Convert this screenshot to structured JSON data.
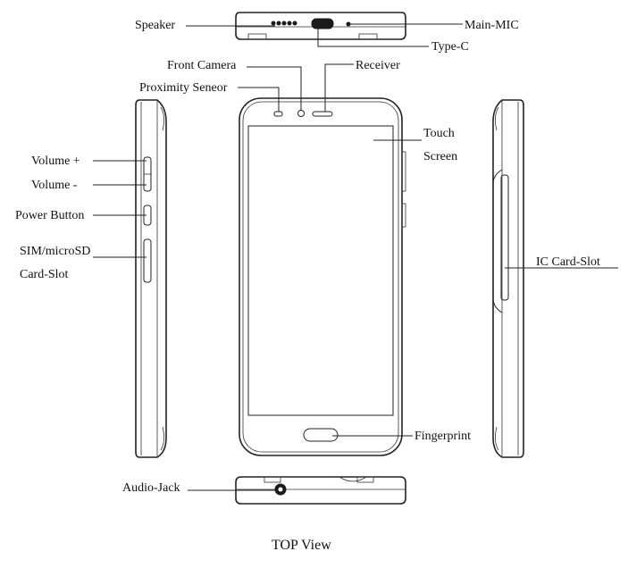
{
  "labels": {
    "speaker": "Speaker",
    "main_mic": "Main-MIC",
    "type_c": "Type-C",
    "front_camera": "Front Camera",
    "receiver": "Receiver",
    "proximity_sensor": "Proximity Seneor",
    "touch_screen_1": "Touch",
    "touch_screen_2": "Screen",
    "volume_up": "Volume +",
    "volume_down": "Volume -",
    "power_button": "Power Button",
    "sim_slot_1": "SIM/microSD",
    "sim_slot_2": "Card-Slot",
    "ic_card_slot": "IC Card-Slot",
    "fingerprint": "Fingerprint",
    "audio_jack": "Audio-Jack",
    "caption": "TOP View"
  },
  "colors": {
    "line": "#222222",
    "background": "#ffffff"
  }
}
